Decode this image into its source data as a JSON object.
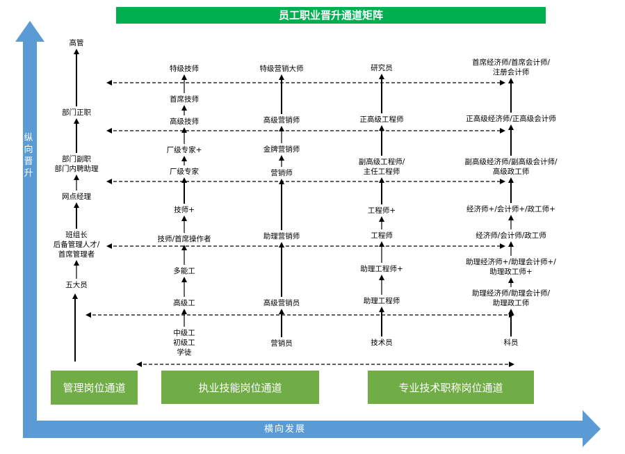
{
  "title": "员工职业晋升通道矩阵",
  "axes": {
    "vertical": [
      "纵",
      "向",
      "晋",
      "升"
    ],
    "horizontal": "横向发展"
  },
  "channels": {
    "management": "管理岗位通道",
    "skill": "执业技能岗位通道",
    "professional": "专业技术职称岗位通道"
  },
  "colors": {
    "title": "#00b050",
    "channel": "#70ad47",
    "axis": "#5b9bd5"
  },
  "columns": {
    "management": [
      [
        "五大员"
      ],
      [
        "班组长",
        "后备管理人才/",
        "首席管理者"
      ],
      [
        "网点经理"
      ],
      [
        "部门副职",
        "部门内聘助理"
      ],
      [
        "部门正职"
      ],
      [
        "高管"
      ]
    ],
    "skill": [
      [
        "中级工",
        "初级工",
        "学徒"
      ],
      [
        "高级工"
      ],
      [
        "多能工"
      ],
      [
        "技师/首席操作者"
      ],
      [
        "技师+"
      ],
      [
        "厂级专家"
      ],
      [
        "厂级专家+"
      ],
      [
        "高级技师"
      ],
      [
        "首席技师"
      ],
      [
        "特级技师"
      ]
    ],
    "sales": [
      [
        "营销员"
      ],
      [
        "高级营销员"
      ],
      [
        "助理营销师"
      ],
      [
        "营销师"
      ],
      [
        "金牌营销师"
      ],
      [
        "高级营销师"
      ],
      [
        "特级营销大师"
      ]
    ],
    "engineering": [
      [
        "技术员"
      ],
      [
        "助理工程师"
      ],
      [
        "助理工程师+"
      ],
      [
        "工程师"
      ],
      [
        "工程师+"
      ],
      [
        "副高级工程师/",
        "主任工程师"
      ],
      [
        "正高级工程师"
      ],
      [
        "研究员"
      ]
    ],
    "finance": [
      [
        "科员"
      ],
      [
        "助理经济师/助理会计师/",
        "助理政工师"
      ],
      [
        "助理经济师+/助理会计师+/",
        "助理政工师+"
      ],
      [
        "经济师/会计师/政工师"
      ],
      [
        "经济师+/会计师+/政工师+"
      ],
      [
        "副高级经济师/副高级会计师/",
        "高级政工师"
      ],
      [
        "正高级经济师/正高级会计师"
      ],
      [
        "首席经济师/首席会计师/",
        "注册会计师"
      ]
    ]
  }
}
